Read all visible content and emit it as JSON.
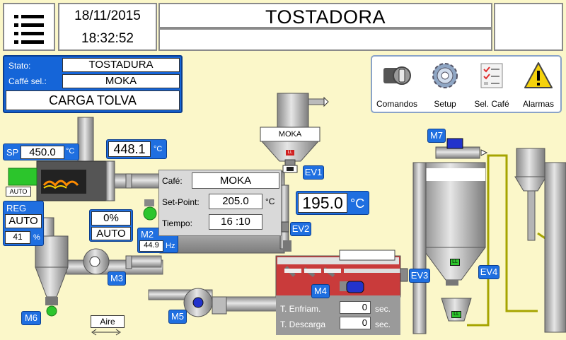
{
  "header": {
    "date": "18/11/2015",
    "time": "18:32:52",
    "title": "TOSTADORA"
  },
  "info": {
    "stato_label": "Stato:",
    "stato_value": "TOSTADURA",
    "caffe_label": "Caffé sel.:",
    "caffe_value": "MOKA",
    "phase": "CARGA TOLVA"
  },
  "commands": {
    "comandos": "Comandos",
    "setup": "Setup",
    "sel_cafe": "Sel. Café",
    "alarmas": "Alarmas"
  },
  "burner": {
    "sp_label": "SP",
    "sp_value": "450.0",
    "sp_unit": "°C",
    "temp_value": "448.1",
    "temp_unit": "°C",
    "auto_small": "AUTO",
    "reg_label": "REG",
    "reg_mode": "AUTO",
    "reg_value": "41",
    "reg_unit": "%"
  },
  "fan": {
    "pct": "0%",
    "mode": "AUTO",
    "m2_label": "M2",
    "m2_value": "44.9",
    "m2_unit": "Hz"
  },
  "process": {
    "cafe_label": "Café:",
    "cafe_value": "MOKA",
    "setpoint_label": "Set-Point:",
    "setpoint_value": "205.0",
    "setpoint_unit": "°C",
    "tiempo_label": "Tiempo:",
    "tiempo_value": "16 :10",
    "drum_temp": "195.0",
    "drum_unit": "°C"
  },
  "hopper": {
    "label": "MOKA",
    "ll": "LL"
  },
  "cooling": {
    "enfriam_label": "T. Enfriam.",
    "enfriam_value": "0",
    "descarga_label": "T. Descarga",
    "descarga_value": "0",
    "unit": "sec."
  },
  "tags": {
    "ev1": "EV1",
    "ev2": "EV2",
    "ev3": "EV3",
    "ev4": "EV4",
    "m3": "M3",
    "m4": "M4",
    "m5": "M5",
    "m6": "M6",
    "m7": "M7",
    "ll": "LL"
  },
  "aire": "Aire"
}
